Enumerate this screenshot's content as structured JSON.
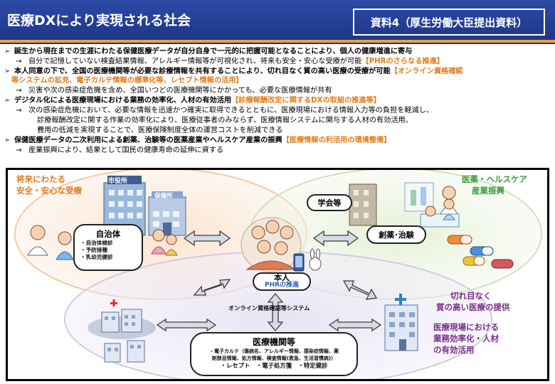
{
  "header": {
    "title": "医療DXにより実現される社会",
    "doc_label": "資料4（厚生労働大臣提出資料）"
  },
  "bullets": {
    "b1": "誕生から現在までの生涯にわたる保健医療データが自分自身で一元的に把握可能となることにより、個人の健康増進に寄与",
    "b1_sub": "自分で記憶していない検査結果情報、アレルギー情報等が可視化され、将来も安全・安心な受療が可能",
    "b1_sub_tag": "【PHRのさらなる推進】",
    "b2": "本人同意の下で、全国の医療機関等が必要な診療情報を共有することにより、切れ目なく質の高い医療の受療が可能",
    "b2_tag": "【オンライン資格確認",
    "b2_tag_cont": "等システムの拡充、電子カルテ情報の標準化等、レセプト情報の活用】",
    "b2_sub": "災害や次の感染症危機を含め、全国いつどの医療機関等にかかっても、必要な医療情報が共有",
    "b3": "デジタル化による医療現場における業務の効率化、人材の有効活用",
    "b3_tag": "【診療報酬改定に関するDXの取組の推進等】",
    "b3_sub": "次の感染症危機において、必要な情報を迅速かつ確実に取得できるとともに、医療現場における情報入力等の負担を軽減し、",
    "b3_sub2": "診療報酬改定に関する作業の効率化により、医療従事者のみならず、医療情報システムに関与する人材の有効活用、",
    "b3_sub3": "費用の低減を実現することで、医療保険制度全体の運営コストを削減できる",
    "b4": "保健医療データの二次利用による創薬、治験等の医薬産業やヘルスケア産業の振興",
    "b4_tag": "【医療情報の利活用の環境整備】",
    "b4_sub": "産業振興により、結果として国民の健康寿命の延伸に資する",
    "marker": "➢",
    "arrow": "→"
  },
  "diagram": {
    "left_heading_1": "将来にわたる",
    "left_heading_2": "安全・安心な受療",
    "city_hall": "市役所",
    "health_center": "保健所",
    "municipality": "自治体",
    "muni_items": [
      "・自治体検診",
      "・予防接種",
      "・乳幼児健診"
    ],
    "academic": "学会等",
    "right_heading_1": "医薬・ヘルスケア",
    "right_heading_2": "産業振興",
    "drug_trial": "創薬･治験",
    "person": "本人",
    "phr": "PHRの推進",
    "online_system": "オンライン資格確認等システム",
    "med_institution": "医療機関等",
    "med_line1": "・電子カルテ（傷病名、アレルギー情報、感染症情報、薬",
    "med_line2": "剤禁忌情報、処方情報、検査情報(救急、生活習慣病)）",
    "med_line3": "・レセプト　・電子処方箋　・特定健診",
    "br_heading_1": "切れ目なく",
    "br_heading_2": "質の高い医療の提供",
    "br_heading_3": "医療現場における",
    "br_heading_4": "業務効率化・人材",
    "br_heading_5": "の有効活用"
  },
  "colors": {
    "header_blue": "#1d3487",
    "accent_orange": "#e27b1a",
    "green": "#3b9a3c",
    "purple": "#7a2f8a"
  }
}
